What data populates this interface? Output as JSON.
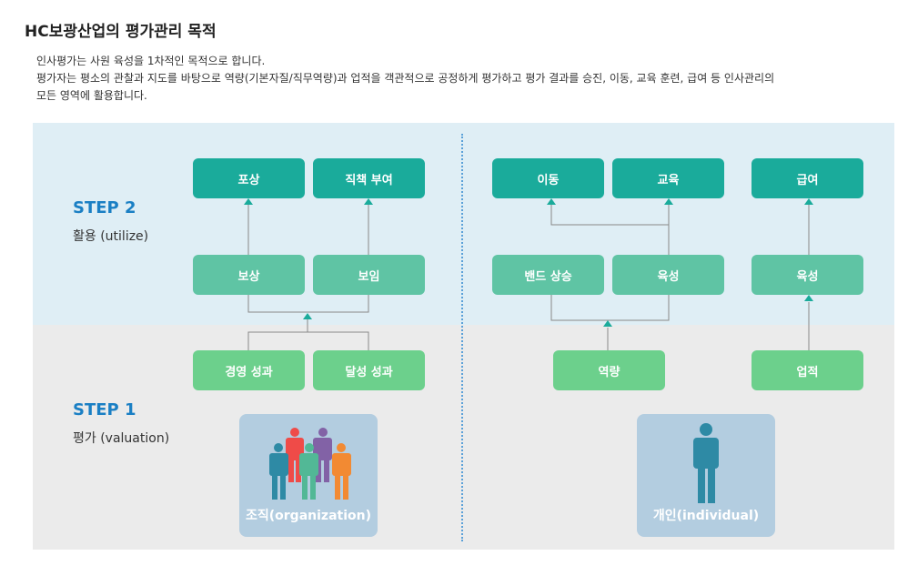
{
  "title": "HC보광산업의 평가관리 목적",
  "description": [
    "인사평가는 사원 육성을 1차적인 목적으로 합니다.",
    "평가자는 평소의 관찰과 지도를 바탕으로 역량(기본자질/직무역량)과 업적을 객관적으로 공정하게 평가하고 평가 결과를 승진, 이동, 교육 훈련, 급여 등 인사관리의",
    "모든 영역에 활용합니다."
  ],
  "step2": {
    "label": "STEP 2",
    "sub": "활용 (utilize)"
  },
  "step1": {
    "label": "STEP 1",
    "sub": "평가 (valuation)"
  },
  "row1": [
    "포상",
    "직책 부여",
    "이동",
    "교육",
    "급여"
  ],
  "row2": [
    "보상",
    "보임",
    "밴드 상승",
    "육성",
    "육성"
  ],
  "row3": [
    "경영 성과",
    "달성 성과",
    "역량",
    "업적"
  ],
  "org": {
    "label": "조직(organization)"
  },
  "ind": {
    "label": "개인(individual)"
  },
  "colors": {
    "dark": "#1aab9b",
    "mid": "#5fc4a4",
    "light": "#6cd08c",
    "step": "#1a7fc4"
  }
}
